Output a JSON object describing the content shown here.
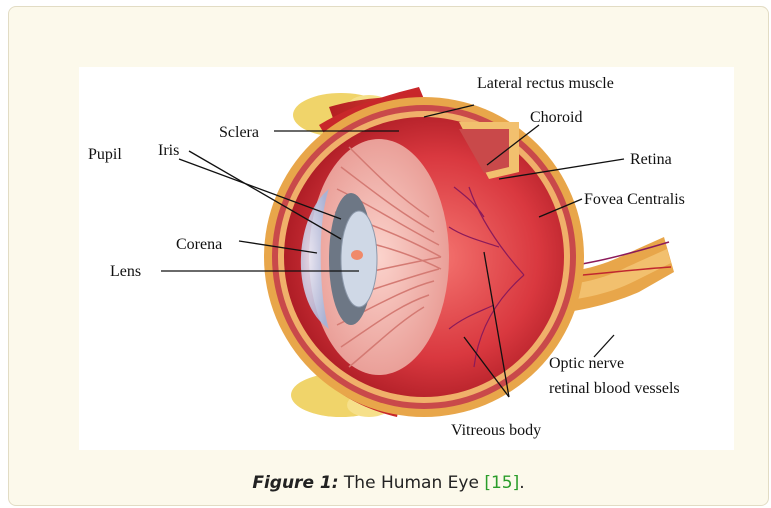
{
  "figure": {
    "labels": {
      "lateral_rectus_muscle": "Lateral rectus muscle",
      "choroid": "Choroid",
      "sclera": "Sclera",
      "retina": "Retina",
      "pupil": "Pupil",
      "iris": "Iris",
      "fovea_centralis": "Fovea Centralis",
      "corena": "Corena",
      "lens": "Lens",
      "optic_nerve": "Optic nerve",
      "retinal_blood_vessels": "retinal blood vessels",
      "vitreous_body": "Vitreous body"
    }
  },
  "caption": {
    "label": "Figure 1:",
    "text": " The Human Eye ",
    "reference": "[15]",
    "suffix": "."
  },
  "colors": {
    "card_background": "#fcf9eb",
    "reference_link": "#2a9d2a",
    "eyeball_red": "#d9383f",
    "sclera_orange": "#e8a64a"
  }
}
